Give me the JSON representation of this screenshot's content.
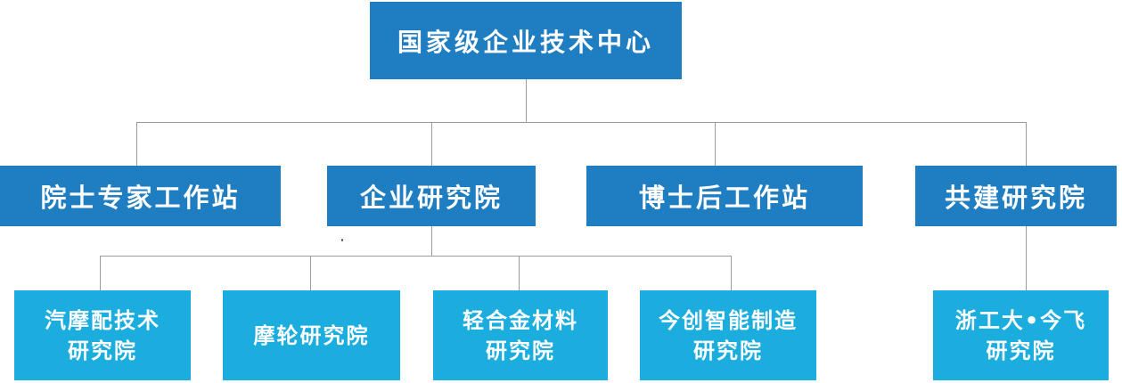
{
  "colors": {
    "node-blue": "#1f7ec2",
    "node-cyan": "#1badde",
    "line-gray": "#9b9b9b",
    "text-white": "#ffffff"
  },
  "root": {
    "label": "国家级企业技术中心"
  },
  "level2": [
    {
      "label": "院士专家工作站"
    },
    {
      "label": "企业研究院"
    },
    {
      "label": "博士后工作站"
    },
    {
      "label": "共建研究院"
    }
  ],
  "level3": [
    {
      "lines": [
        "汽摩配技术",
        "研究院"
      ]
    },
    {
      "lines": [
        "摩轮研究院"
      ]
    },
    {
      "lines": [
        "轻合金材料",
        "研究院"
      ]
    },
    {
      "lines": [
        "今创智能制造",
        "研究院"
      ]
    },
    {
      "lines": [
        "浙工大•今飞",
        "研究院"
      ]
    }
  ]
}
